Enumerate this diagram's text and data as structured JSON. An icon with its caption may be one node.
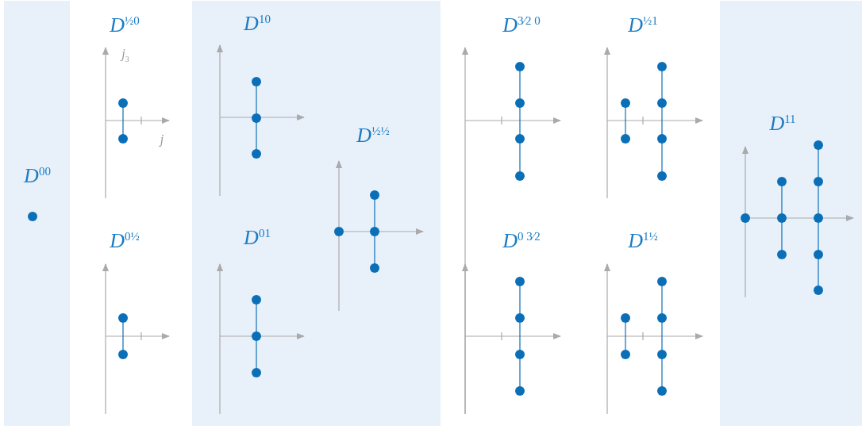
{
  "diagram": {
    "labels": [
      "D$^{00}$",
      "D$^{½0}$",
      "j$_{3}$",
      "j",
      "D$^{0½}$",
      "D$^{10}$",
      "D$^{01}$",
      "D$^{½½}$",
      "D$^{3⁄2 0}$",
      "D$^{0 3⁄2}$",
      "D$^{½1}$",
      "D$^{1½}$",
      "D$^{11}$"
    ]
  }
}
